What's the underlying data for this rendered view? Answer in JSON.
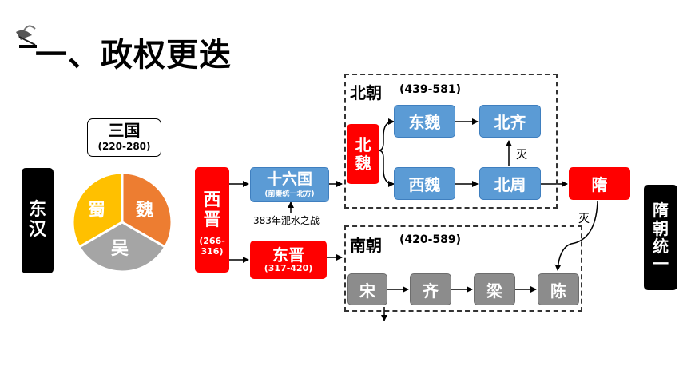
{
  "title": "一、政权更迭",
  "icon": "bird-icon",
  "sanguo": {
    "label": "三国",
    "years": "(220-280)",
    "segments": [
      "蜀",
      "魏",
      "吴"
    ]
  },
  "donghan": {
    "chars": [
      "东",
      "汉"
    ]
  },
  "xijin": {
    "chars": [
      "西",
      "晋"
    ],
    "years_top": "(266-",
    "years_bottom": "316)"
  },
  "shiliuguo": {
    "label": "十六国",
    "sub": "(前秦统一北方)"
  },
  "feishui": "383年淝水之战",
  "dongjin": {
    "label": "东晋",
    "years": "(317-420)"
  },
  "beichao": {
    "label": "北朝",
    "years": "(439-581)",
    "chars": [
      "北",
      "魏"
    ]
  },
  "dongwei": "东魏",
  "xiwei": "西魏",
  "beiqi": "北齐",
  "beizhou": "北周",
  "mie1": "灭",
  "mie2": "灭",
  "sui": "隋",
  "nanchao": {
    "label": "南朝",
    "years": "(420-589)"
  },
  "song": "宋",
  "qi": "齐",
  "liang": "梁",
  "chen": "陈",
  "sui_unify": {
    "chars": [
      "隋",
      "朝",
      "统",
      "一"
    ]
  },
  "colors": {
    "red": "#ff0000",
    "blue": "#5b9bd5",
    "grey": "#8c8c8c",
    "shu": "#ffc000",
    "wei": "#ed7d31",
    "wu": "#a5a5a5"
  }
}
